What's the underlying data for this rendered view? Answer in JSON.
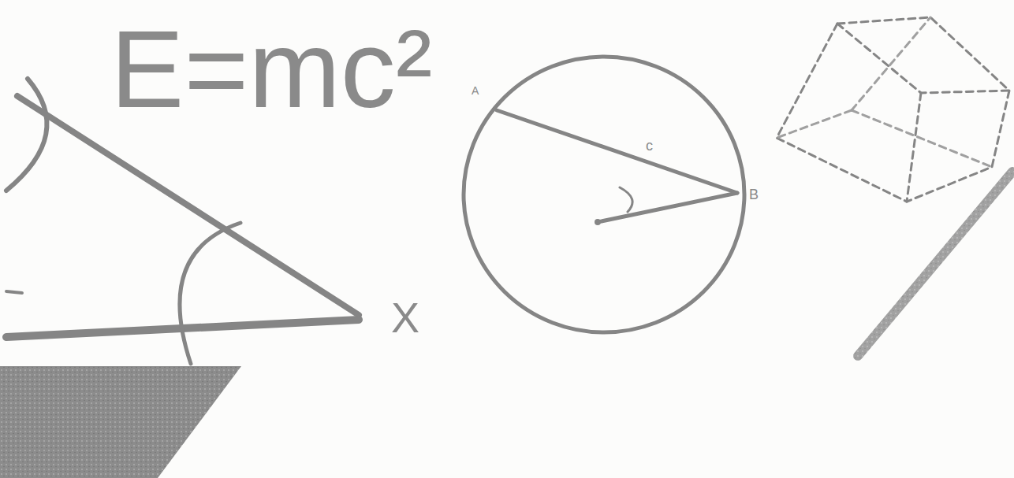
{
  "diagram": {
    "labels": [
      "E=mc²",
      "A",
      "c",
      "B",
      "X"
    ]
  }
}
